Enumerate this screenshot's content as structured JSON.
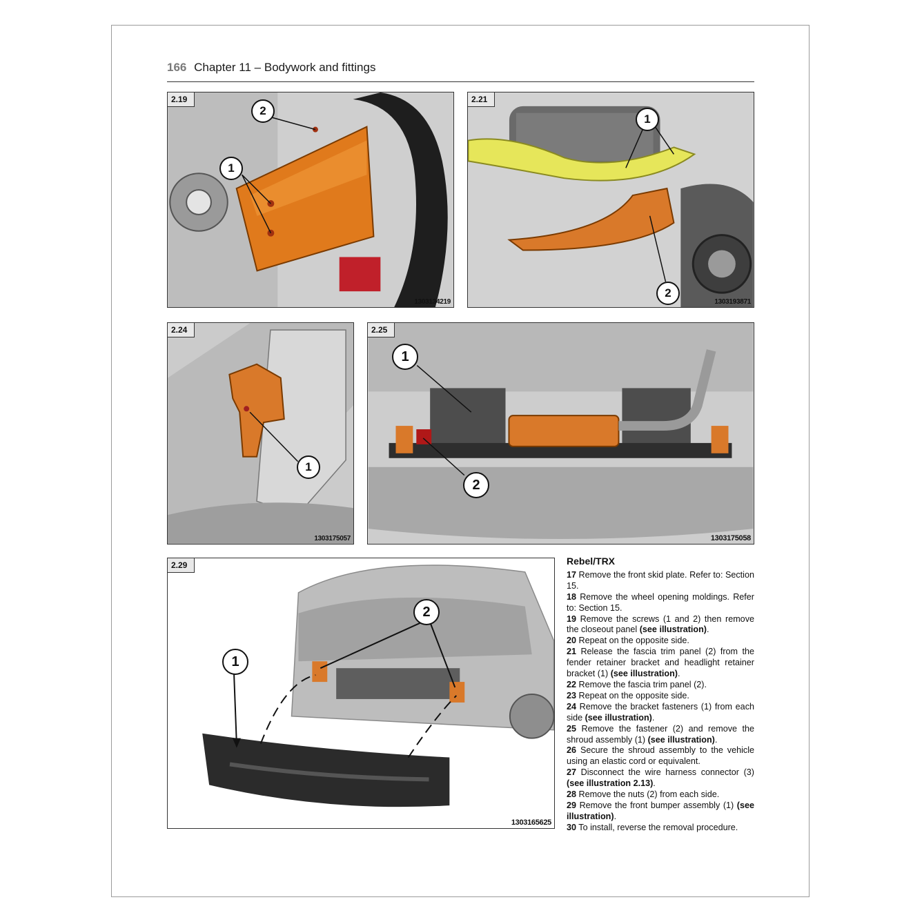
{
  "header": {
    "page_number": "166",
    "chapter_title": "Chapter 11 – Bodywork and fittings"
  },
  "figures": [
    {
      "label": "2.19",
      "code": "1303134219",
      "callouts": [
        "1",
        "2"
      ]
    },
    {
      "label": "2.21",
      "code": "1303193871",
      "callouts": [
        "1",
        "2"
      ]
    },
    {
      "label": "2.24",
      "code": "1303175057",
      "callouts": [
        "1"
      ]
    },
    {
      "label": "2.25",
      "code": "1303175058",
      "callouts": [
        "1",
        "2"
      ]
    },
    {
      "label": "2.29",
      "code": "1303165625",
      "callouts": [
        "1",
        "2"
      ]
    }
  ],
  "section": {
    "heading": "Rebel/TRX",
    "steps": [
      {
        "num": "17",
        "text": "Remove the front skid plate. Refer to: Section 15.",
        "ref": ""
      },
      {
        "num": "18",
        "text": "Remove the wheel opening moldings. Refer to: Section 15.",
        "ref": ""
      },
      {
        "num": "19",
        "text": "Remove the screws (1 and 2) then remove the closeout panel",
        "ref": "(see illustration)",
        "tail": "."
      },
      {
        "num": "20",
        "text": "Repeat on the opposite side.",
        "ref": ""
      },
      {
        "num": "21",
        "text": "Release the fascia trim panel (2) from the fender retainer bracket and headlight retainer bracket (1)",
        "ref": "(see illustration)",
        "tail": "."
      },
      {
        "num": "22",
        "text": "Remove the fascia trim panel (2).",
        "ref": ""
      },
      {
        "num": "23",
        "text": "Repeat on the opposite side.",
        "ref": ""
      },
      {
        "num": "24",
        "text": "Remove the bracket fasteners (1) from each side",
        "ref": "(see illustration)",
        "tail": "."
      },
      {
        "num": "25",
        "text": "Remove the fastener (2) and remove the shroud assembly (1)",
        "ref": "(see illustration)",
        "tail": "."
      },
      {
        "num": "26",
        "text": "Secure the shroud assembly to the vehicle using an elastic cord or equivalent.",
        "ref": ""
      },
      {
        "num": "27",
        "text": "Disconnect the wire harness connector (3)",
        "ref": "(see illustration 2.13)",
        "tail": "."
      },
      {
        "num": "28",
        "text": "Remove the nuts (2) from each side.",
        "ref": ""
      },
      {
        "num": "29",
        "text": "Remove the front bumper assembly (1)",
        "ref": "(see illustration)",
        "tail": "."
      },
      {
        "num": "30",
        "text": "To install, reverse the removal procedure.",
        "ref": ""
      }
    ]
  }
}
